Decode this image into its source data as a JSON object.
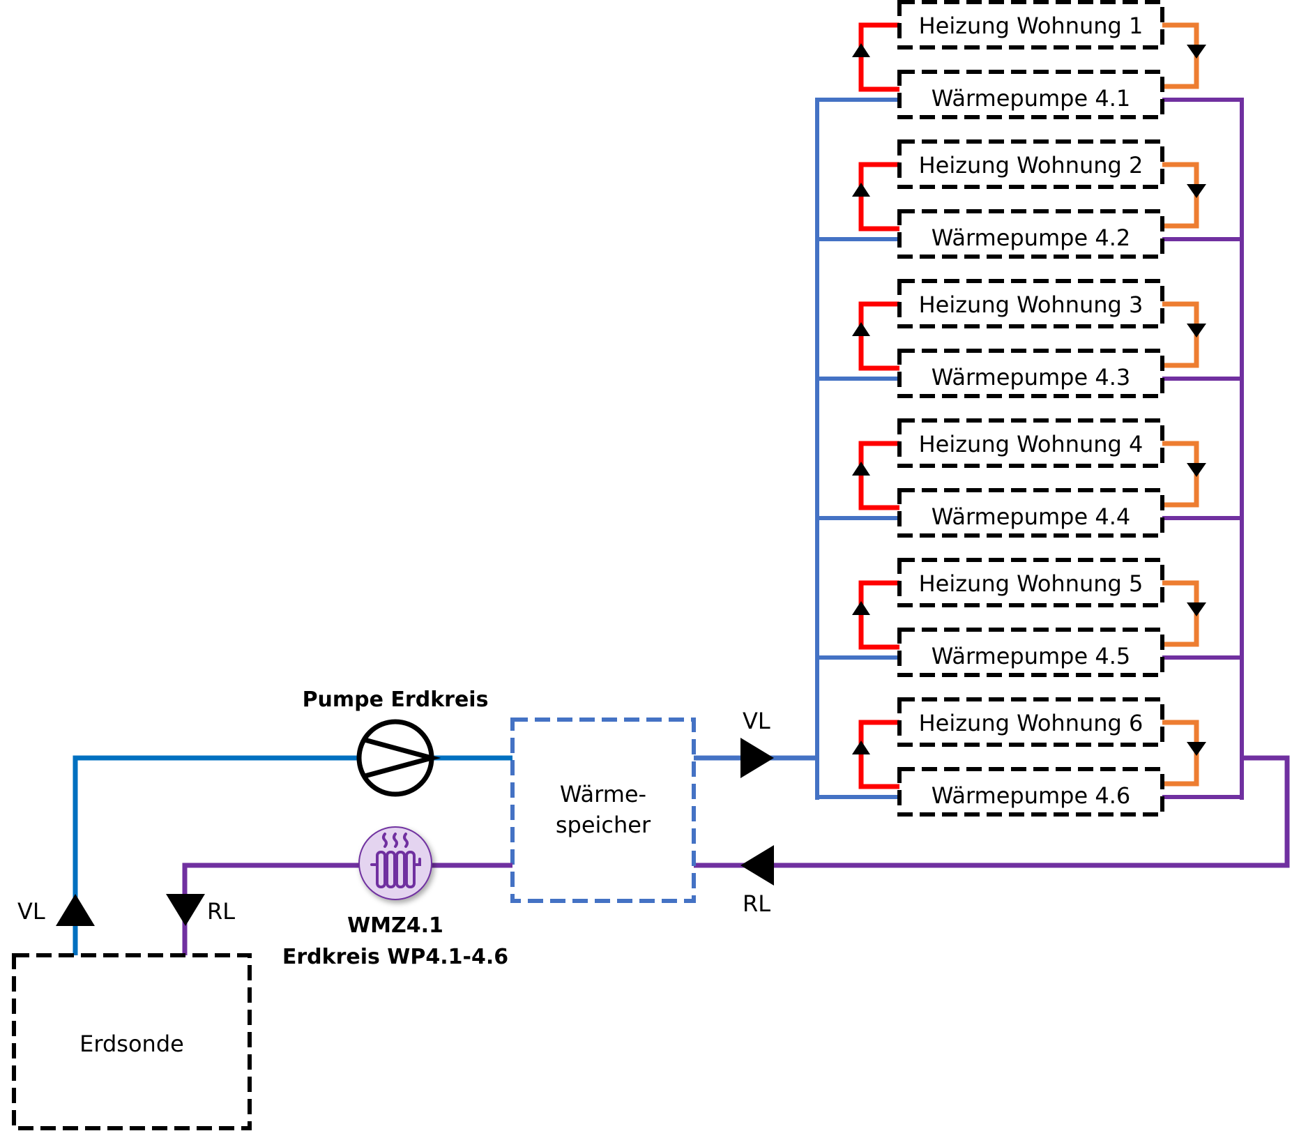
{
  "colors": {
    "supply_ground": "#0070C0",
    "supply_bus": "#4472C4",
    "return": "#7030A0",
    "heating_supply": "#FF0000",
    "heating_return": "#ED7D31",
    "box_border": "#000000",
    "storage_border": "#4472C4",
    "meter_fill": "#E4D4F0"
  },
  "units": [
    {
      "heating": "Heizung Wohnung 1",
      "heat_pump": "Wärmepumpe 4.1"
    },
    {
      "heating": "Heizung Wohnung 2",
      "heat_pump": "Wärmepumpe 4.2"
    },
    {
      "heating": "Heizung Wohnung 3",
      "heat_pump": "Wärmepumpe 4.3"
    },
    {
      "heating": "Heizung Wohnung 4",
      "heat_pump": "Wärmepumpe 4.4"
    },
    {
      "heating": "Heizung Wohnung 5",
      "heat_pump": "Wärmepumpe 4.5"
    },
    {
      "heating": "Heizung Wohnung 6",
      "heat_pump": "Wärmepumpe 4.6"
    }
  ],
  "storage": {
    "line1": "Wärme-",
    "line2": "speicher"
  },
  "ground_probe": {
    "label": "Erdsonde"
  },
  "pump": {
    "label": "Pumpe Erdkreis",
    "icon": "pump-icon"
  },
  "meter": {
    "line1": "WMZ4.1",
    "line2": "Erdkreis WP4.1-4.6",
    "icon": "radiator-icon"
  },
  "flow_labels": {
    "ground_supply": "VL",
    "ground_return": "RL",
    "bus_supply": "VL",
    "bus_return": "RL"
  }
}
